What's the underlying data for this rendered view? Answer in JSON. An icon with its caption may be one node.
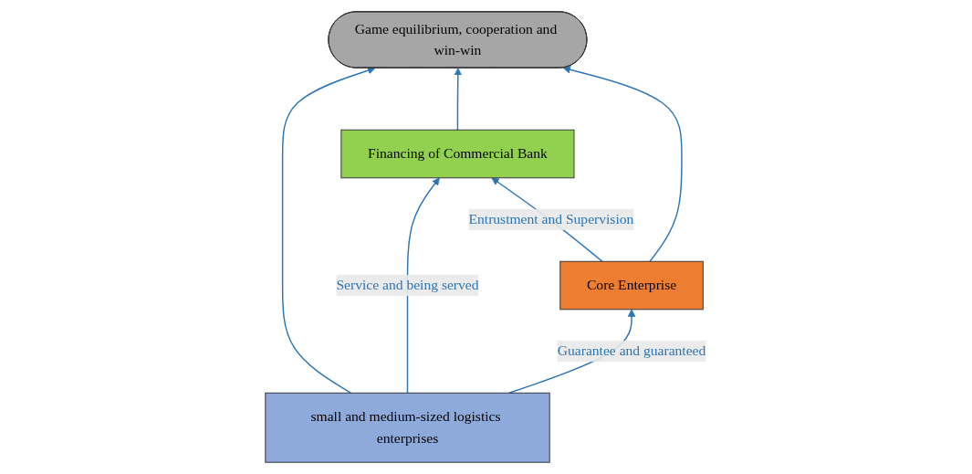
{
  "diagram": {
    "nodes": [
      {
        "text": [
          "Financing of Commercial Bank"
        ]
      },
      {
        "text": [
          "Game equilibrium, cooperation and win-win"
        ]
      },
      {
        "text": [
          "Core Enterprise"
        ]
      },
      {
        "text": [
          "small and medium-sized logistics enterprises"
        ]
      }
    ],
    "edges": [
      {
        "from": 0,
        "to": 1,
        "arrow": "to"
      },
      {
        "from": 2,
        "to": 0,
        "arrow": "to",
        "label": "Entrustment and Supervision"
      },
      {
        "from": 2,
        "to": 1,
        "arrow": "to"
      },
      {
        "from": 3,
        "to": 1,
        "arrow": "to"
      },
      {
        "from": 3,
        "to": 0,
        "arrow": "to",
        "label": "Service and being served"
      },
      {
        "from": 3,
        "to": 2,
        "arrow": "to",
        "label": "Guarantee and guaranteed"
      }
    ]
  }
}
